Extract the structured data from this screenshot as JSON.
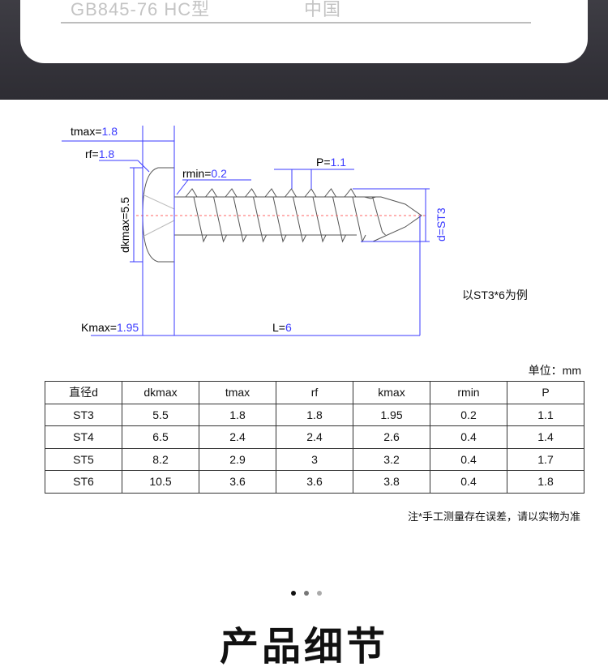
{
  "spec_card": {
    "standard": "GB845-76 HC型",
    "origin": "中国"
  },
  "diagram": {
    "tmax": {
      "label": "tmax=",
      "value": "1.8"
    },
    "rf": {
      "label": "rf=",
      "value": "1.8"
    },
    "rmin": {
      "label": "rmin=",
      "value": "0.2"
    },
    "pitch": {
      "label": "P=",
      "value": "1.1"
    },
    "dkmax": "dkmax=5.5",
    "d": "d=ST3",
    "kmax": {
      "label": "Kmax=",
      "value": "1.95"
    },
    "length": {
      "label": "L=",
      "value": "6"
    },
    "example": "以ST3*6为例",
    "colors": {
      "dim": "#3a3aff",
      "center": "#ff6666",
      "outline": "#555555"
    }
  },
  "table": {
    "unit": "单位：mm",
    "headers": [
      "直径d",
      "dkmax",
      "tmax",
      "rf",
      "kmax",
      "rmin",
      "P"
    ],
    "rows": [
      [
        "ST3",
        "5.5",
        "1.8",
        "1.8",
        "1.95",
        "0.2",
        "1.1"
      ],
      [
        "ST4",
        "6.5",
        "2.4",
        "2.4",
        "2.6",
        "0.4",
        "1.4"
      ],
      [
        "ST5",
        "8.2",
        "2.9",
        "3",
        "3.2",
        "0.4",
        "1.7"
      ],
      [
        "ST6",
        "10.5",
        "3.6",
        "3.6",
        "3.8",
        "0.4",
        "1.8"
      ]
    ],
    "note": "注*手工测量存在误差，请以实物为准"
  },
  "section": {
    "dots": [
      "#111111",
      "#777777",
      "#aaaaaa"
    ],
    "title": "产品细节"
  }
}
